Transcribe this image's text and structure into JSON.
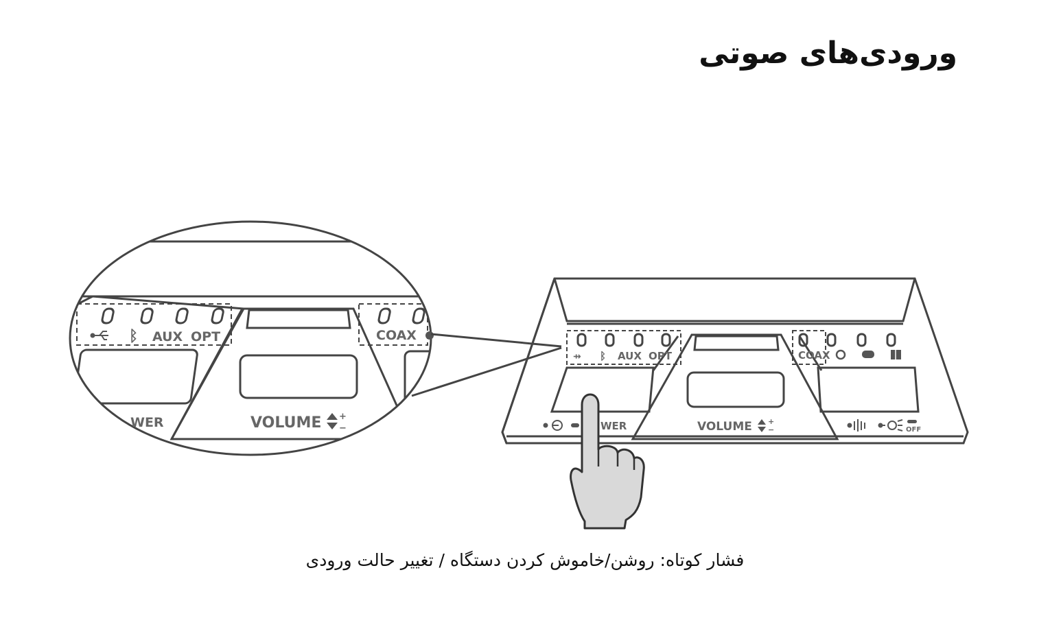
{
  "title": "ورودی‌های صوتی",
  "caption": "فشار کوتاه: روشن/خاموش کردن دستگاه / تغییر حالت ورودی",
  "device": {
    "inputs": [
      "AUX",
      "OPT",
      "COAX"
    ],
    "volume_label": "VOLUME",
    "power_label_fragment": "WER",
    "off_label": "OFF"
  },
  "icons": [
    "usb-icon",
    "bluetooth-icon",
    "voice-icon",
    "game-icon",
    "movie-icon",
    "power-input-icon",
    "equalizer-icon",
    "light-icon",
    "volume-updown-icon",
    "tap-finger-icon"
  ],
  "colors": {
    "line": "#444444",
    "finger_fill": "#d9d9d9"
  }
}
